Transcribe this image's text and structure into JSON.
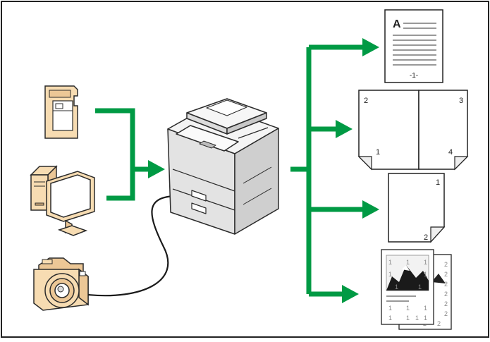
{
  "colors": {
    "arrow": "#009a44",
    "device_fill": "#f7dcb2",
    "device_stroke": "#2b2b2b",
    "printer_fill": "#e8e8e8",
    "frame": "#222222"
  },
  "inputs": [
    {
      "icon": "sd-card-icon"
    },
    {
      "icon": "computer-icon"
    },
    {
      "icon": "digital-camera-icon"
    }
  ],
  "center_device": {
    "icon": "printer-icon"
  },
  "outputs": {
    "doc1": {
      "heading": "A",
      "page_number": "-1-"
    },
    "doc2": {
      "page_top_left": "2",
      "page_top_right": "3",
      "page_bottom_left": "1",
      "page_bottom_right": "4"
    },
    "doc3": {
      "page_top": "1",
      "page_bottom": "2"
    },
    "doc4": {
      "front_numbers": [
        "1",
        "1",
        "1",
        "1",
        "1",
        "1",
        "1",
        "1",
        "1",
        "1",
        "1",
        "1",
        "1",
        "1"
      ],
      "back_numbers": [
        "2",
        "2",
        "2",
        "2",
        "2",
        "2",
        "2",
        "2"
      ]
    }
  }
}
